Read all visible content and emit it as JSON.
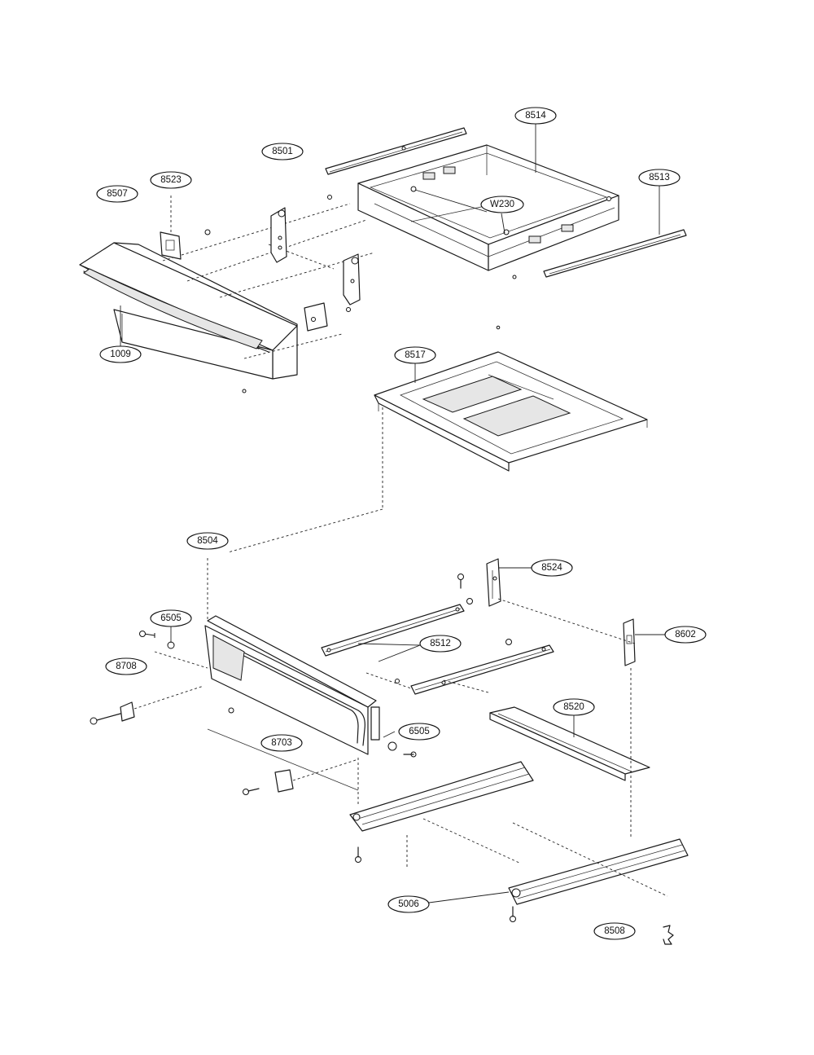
{
  "callouts": [
    {
      "id": "c-8514",
      "label": "8514"
    },
    {
      "id": "c-8501",
      "label": "8501"
    },
    {
      "id": "c-8523",
      "label": "8523"
    },
    {
      "id": "c-8507",
      "label": "8507"
    },
    {
      "id": "c-8513",
      "label": "8513"
    },
    {
      "id": "c-W230",
      "label": "W230"
    },
    {
      "id": "c-1009",
      "label": "1009"
    },
    {
      "id": "c-8517",
      "label": "8517"
    },
    {
      "id": "c-8504",
      "label": "8504"
    },
    {
      "id": "c-8524",
      "label": "8524"
    },
    {
      "id": "c-6505a",
      "label": "6505"
    },
    {
      "id": "c-8602",
      "label": "8602"
    },
    {
      "id": "c-8512",
      "label": "8512"
    },
    {
      "id": "c-8708",
      "label": "8708"
    },
    {
      "id": "c-8520",
      "label": "8520"
    },
    {
      "id": "c-6505b",
      "label": "6505"
    },
    {
      "id": "c-8703",
      "label": "8703"
    },
    {
      "id": "c-5006",
      "label": "5006"
    },
    {
      "id": "c-8508",
      "label": "8508"
    }
  ]
}
